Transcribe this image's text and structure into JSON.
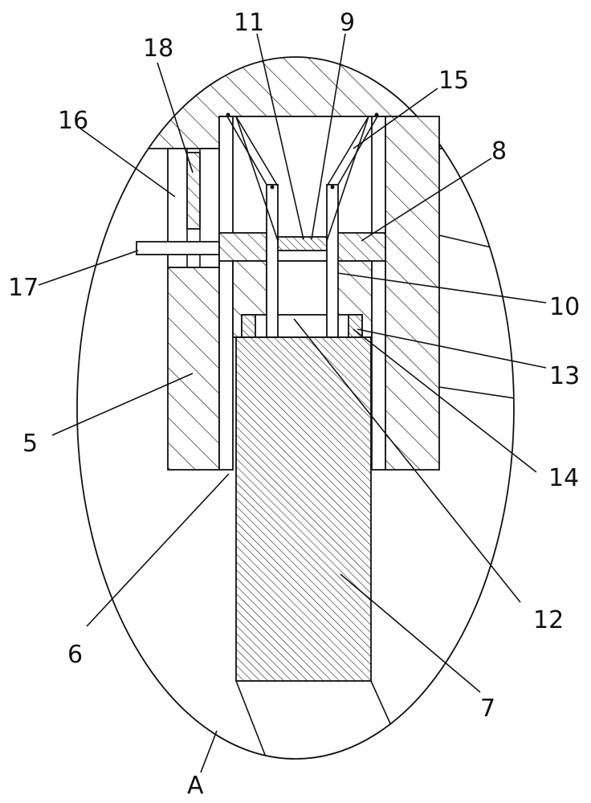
{
  "diagram": {
    "colors": {
      "ink": "#111111",
      "background": "#ffffff"
    },
    "labels": {
      "l11": "11",
      "l9": "9",
      "l18": "18",
      "l15": "15",
      "l16": "16",
      "l8": "8",
      "l17": "17",
      "l10": "10",
      "l13": "13",
      "l5": "5",
      "l14": "14",
      "l6": "6",
      "l12": "12",
      "l7": "7",
      "lA": "A"
    }
  }
}
